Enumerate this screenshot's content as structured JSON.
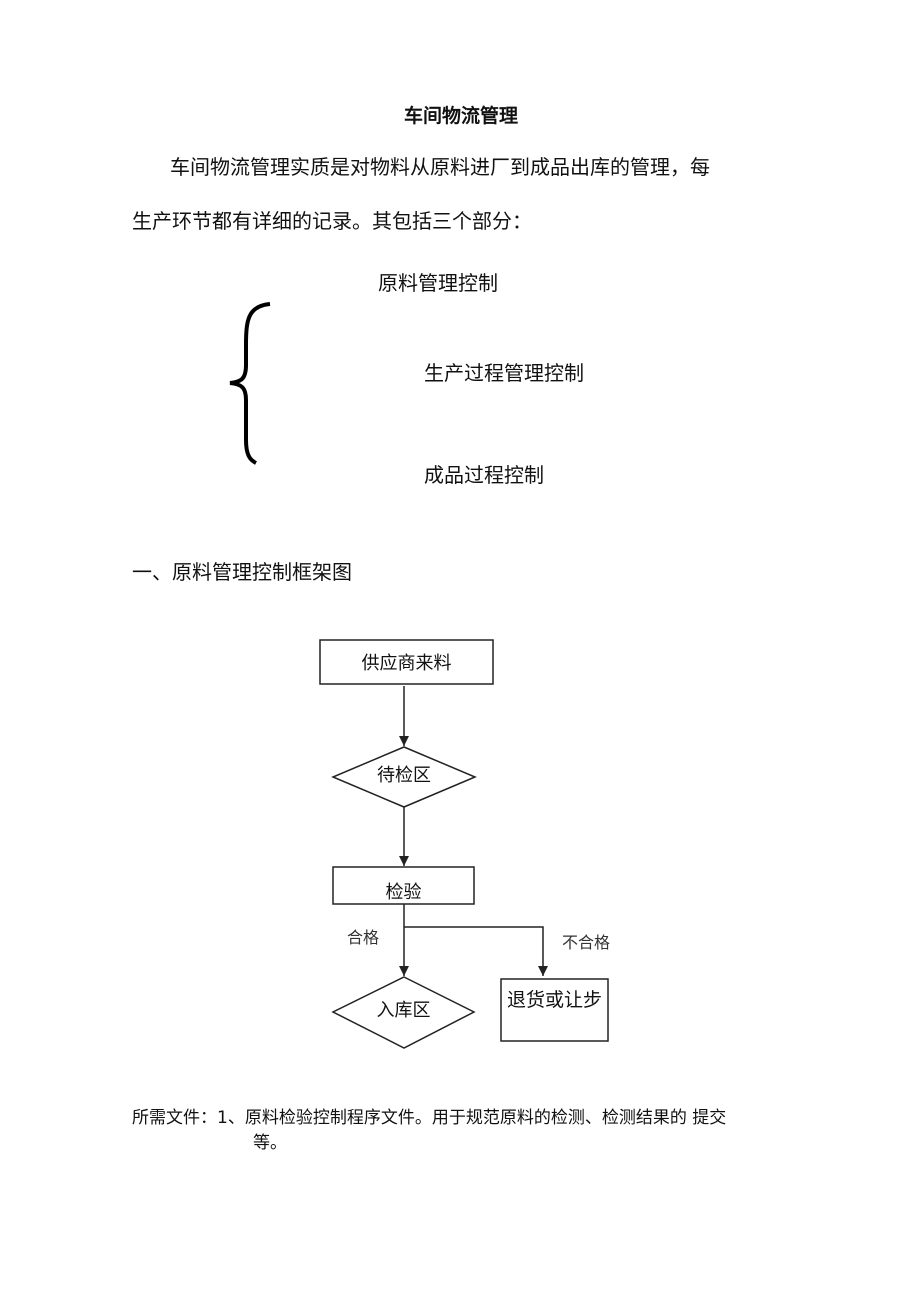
{
  "title": "车间物流管理",
  "intro": {
    "line1": "车间物流管理实质是对物料从原料进厂到成品出库的管理，每",
    "line2": "生产环节都有详细的记录。其包括三个部分："
  },
  "parts": [
    "原料管理控制",
    "生产过程管理控制",
    "成品过程控制"
  ],
  "section1_heading": "一、原料管理控制框架图",
  "flowchart": {
    "supplier": "供应商来料",
    "pending_area": "待检区",
    "inspection": "检验",
    "pass_label": "合格",
    "fail_label": "不合格",
    "storage_area": "入库区",
    "return": "退货或让步"
  },
  "documents": {
    "line1": "所需文件：1、原料检验控制程序文件。用于规范原料的检测、检测结果的 提交",
    "line2": "等。"
  }
}
